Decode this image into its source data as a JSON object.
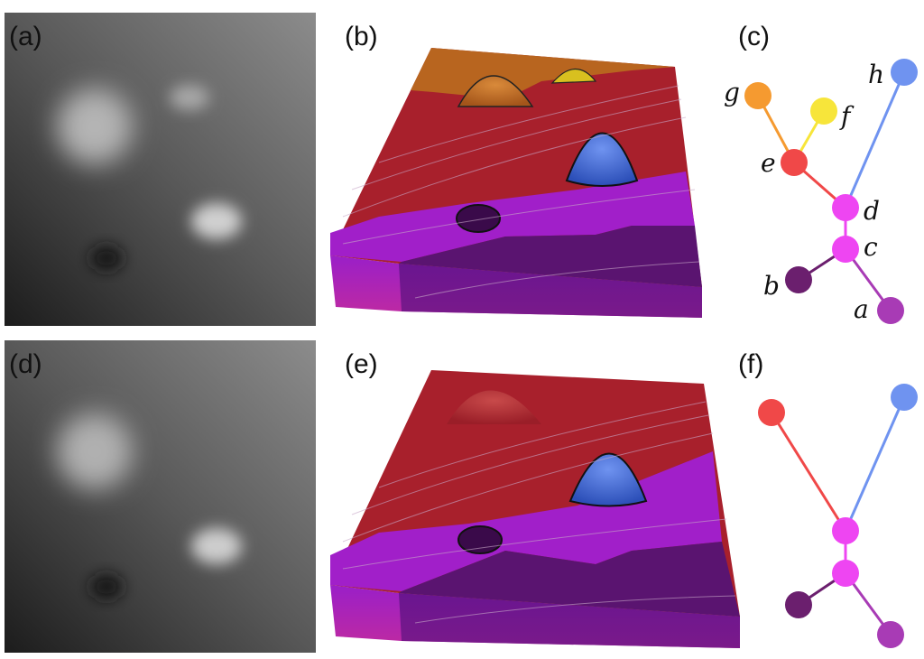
{
  "panels": {
    "a": "(a)",
    "b": "(b)",
    "c": "(c)",
    "d": "(d)",
    "e": "(e)",
    "f": "(f)"
  },
  "tree_c": {
    "nodes": [
      {
        "id": "a",
        "label": "a",
        "color": "#a83bb5"
      },
      {
        "id": "b",
        "label": "b",
        "color": "#6b1f6e"
      },
      {
        "id": "c",
        "label": "c",
        "color": "#ee45f2"
      },
      {
        "id": "d",
        "label": "d",
        "color": "#ee45f2"
      },
      {
        "id": "e",
        "label": "e",
        "color": "#f04848"
      },
      {
        "id": "f",
        "label": "f",
        "color": "#f7e53a"
      },
      {
        "id": "g",
        "label": "g",
        "color": "#f59a30"
      },
      {
        "id": "h",
        "label": "h",
        "color": "#6f93f0"
      }
    ],
    "edges": [
      [
        "g",
        "e"
      ],
      [
        "f",
        "e"
      ],
      [
        "e",
        "d"
      ],
      [
        "h",
        "d"
      ],
      [
        "d",
        "c"
      ],
      [
        "c",
        "b"
      ],
      [
        "c",
        "a"
      ]
    ]
  },
  "tree_f": {
    "nodes": [
      {
        "id": "red",
        "color": "#f04848"
      },
      {
        "id": "blue",
        "color": "#6f93f0"
      },
      {
        "id": "upper-magenta",
        "color": "#ee45f2"
      },
      {
        "id": "lower-magenta",
        "color": "#ee45f2"
      },
      {
        "id": "dark-purple",
        "color": "#6b1f6e"
      },
      {
        "id": "purple",
        "color": "#a83bb5"
      }
    ]
  },
  "colors": {
    "orange_region": "#b8651f",
    "yellow_region": "#d8c01f",
    "red_region": "#a8202c",
    "blue_peak": "#3b64d6",
    "magenta_region": "#a11fc9",
    "dark_purple_region": "#5a1470"
  }
}
